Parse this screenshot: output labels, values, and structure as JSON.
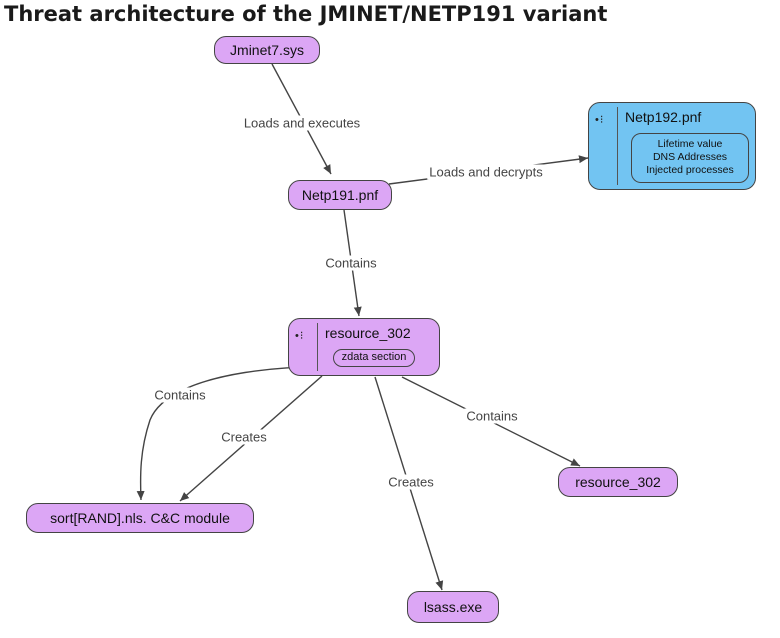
{
  "title": "Threat architecture of the JMINET/NETP191 variant",
  "colors": {
    "purple_node": "#dca6f5",
    "blue_node": "#72c4f2",
    "edge": "#444444"
  },
  "nodes": {
    "jminet": {
      "label": "Jminet7.sys"
    },
    "netp191": {
      "label": "Netp191.pnf"
    },
    "netp192": {
      "label": "Netp192.pnf",
      "handle_icon": "drag-handle-icon",
      "inner": [
        "Lifetime value",
        "DNS Addresses",
        "Injected processes"
      ]
    },
    "resource302_main": {
      "label": "resource_302",
      "handle_icon": "drag-handle-icon",
      "inner": "zdata section"
    },
    "sort_module": {
      "label": "sort[RAND].nls. C&C module"
    },
    "resource302_right": {
      "label": "resource_302"
    },
    "lsass": {
      "label": "lsass.exe"
    }
  },
  "edges": {
    "loads_executes": "Loads and executes",
    "loads_decrypts": "Loads and decrypts",
    "contains_1": "Contains",
    "contains_left": "Contains",
    "creates_left": "Creates",
    "contains_right": "Contains",
    "creates_bottom": "Creates"
  }
}
